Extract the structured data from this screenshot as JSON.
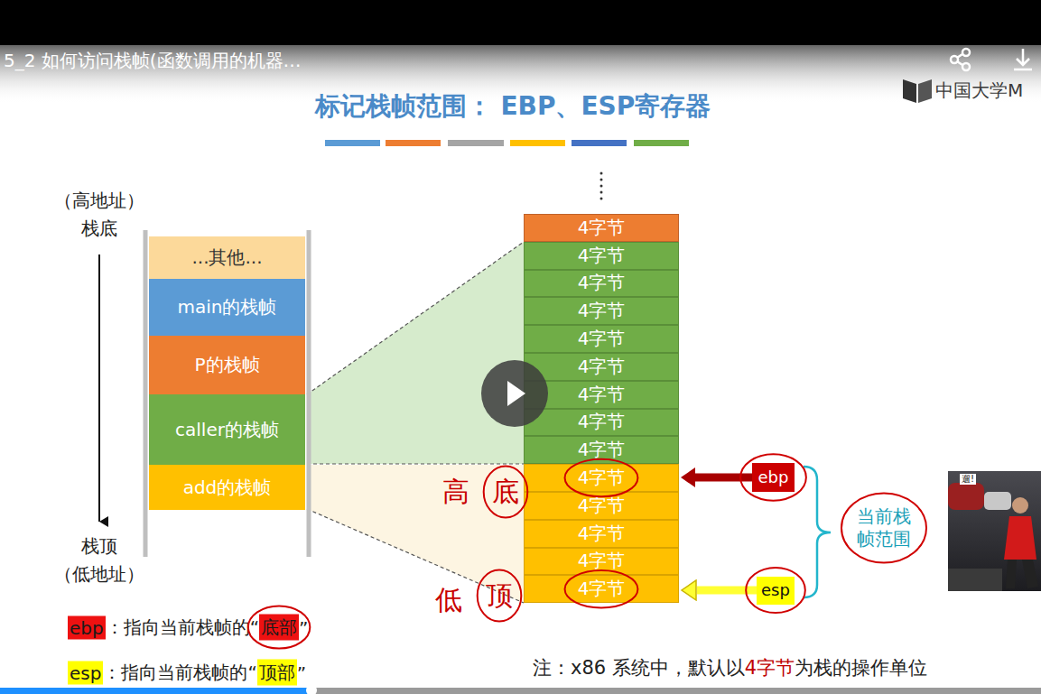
{
  "diagram": {
    "title": "标记栈帧范围： EBP、ESP寄存器",
    "nodes": [
      {
        "text": [
          "...其他..."
        ]
      },
      {
        "text": [
          "main的栈帧"
        ]
      },
      {
        "text": [
          "P的栈帧"
        ]
      },
      {
        "text": [
          "caller的栈帧"
        ]
      },
      {
        "text": [
          "add的栈帧"
        ]
      },
      {
        "text": [
          "4字节"
        ]
      },
      {
        "text": [
          "4字节"
        ]
      },
      {
        "text": [
          "4字节"
        ]
      },
      {
        "text": [
          "4字节"
        ]
      },
      {
        "text": [
          "4字节"
        ]
      },
      {
        "text": [
          "4字节"
        ]
      },
      {
        "text": [
          "4字节"
        ]
      },
      {
        "text": [
          "4字节"
        ]
      },
      {
        "text": [
          "4字节"
        ]
      },
      {
        "text": [
          "4字节"
        ]
      },
      {
        "text": [
          "4字节"
        ]
      },
      {
        "text": [
          "4字节"
        ]
      },
      {
        "text": [
          "4字节"
        ]
      },
      {
        "text": [
          "4字节"
        ]
      },
      {
        "text": [
          "ebp"
        ]
      },
      {
        "text": [
          "esp"
        ]
      },
      {
        "text": [
          "当前栈帧范围"
        ]
      }
    ],
    "edges": [
      {
        "from": 19,
        "to": 14,
        "arrow": "to"
      },
      {
        "from": 20,
        "to": 18,
        "arrow": "to"
      }
    ],
    "labels": [
      "5_2 如何访问栈帧(函数调用的机器…",
      "中国大学M",
      "（高地址）",
      "栈底",
      "栈顶",
      "（低地址）",
      "高",
      "底",
      "低",
      "顶",
      "ebp",
      "：指向当前栈帧的“",
      "底部",
      "”",
      "esp",
      "：指向当前栈帧的“",
      "顶部",
      "”",
      "注：x86 系统中，默认以",
      "4字节",
      "为栈的操作单位",
      "遛!"
    ]
  }
}
